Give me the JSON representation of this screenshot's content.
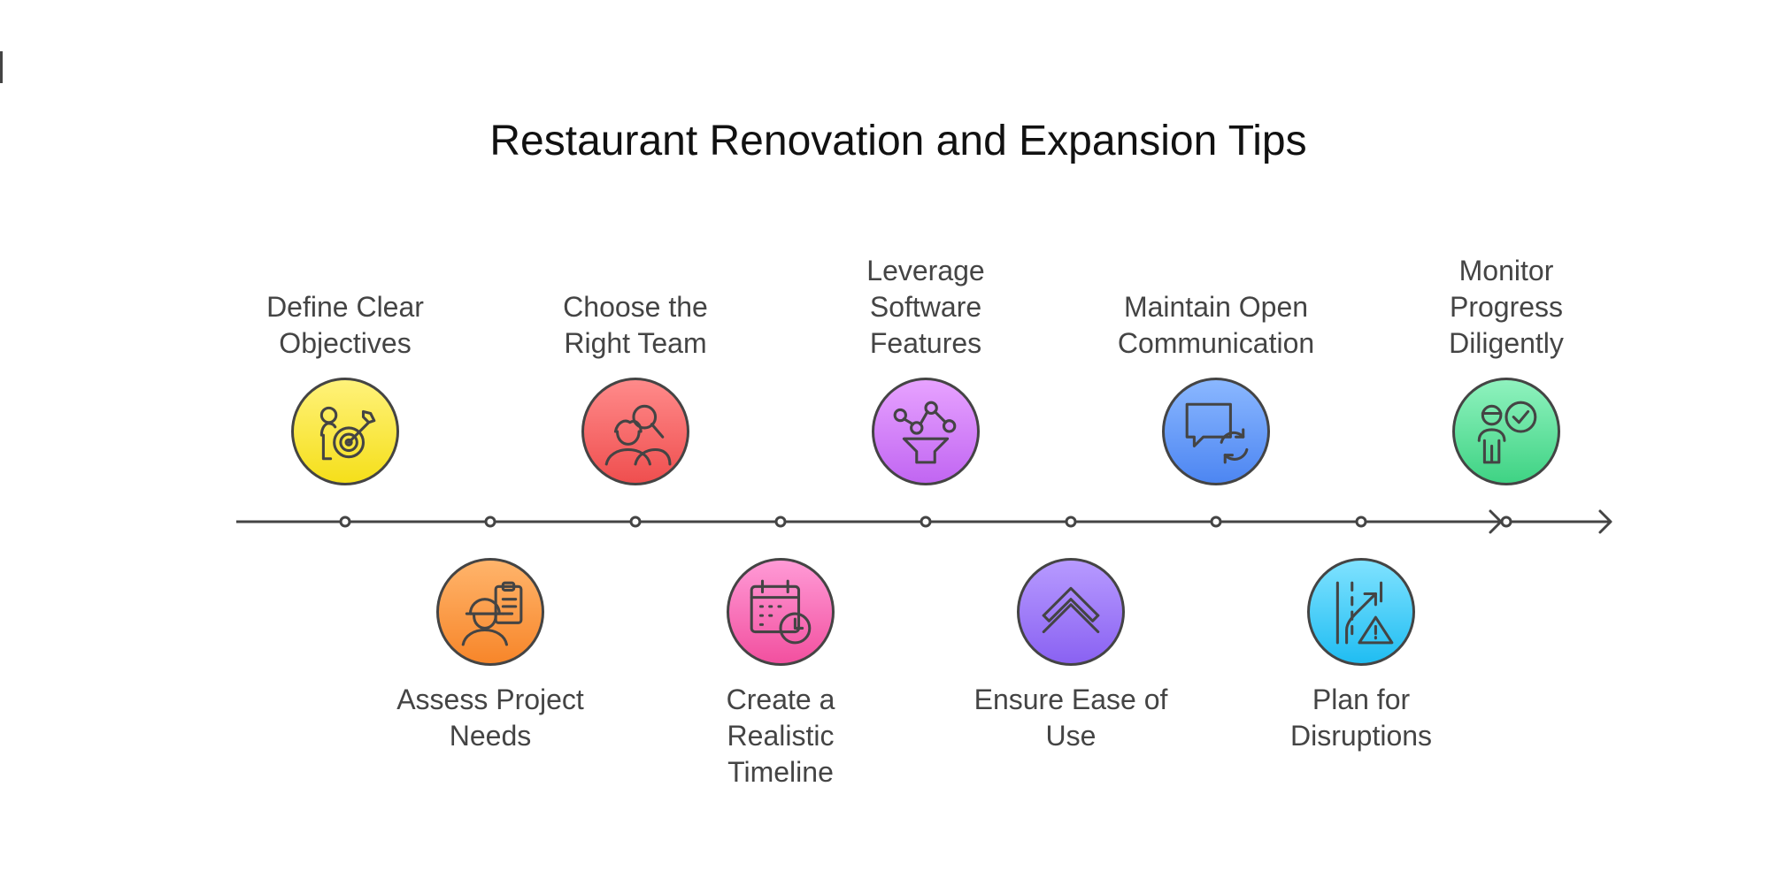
{
  "title": "Restaurant Renovation and Expansion Tips",
  "steps": [
    {
      "label": "Define Clear Objectives",
      "lines": [
        "Define Clear",
        "Objectives"
      ],
      "position": "above",
      "icon": "person-target-icon",
      "color_top": "#fff27a",
      "color_bottom": "#f5df1a"
    },
    {
      "label": "Assess Project Needs",
      "lines": [
        "Assess Project",
        "Needs"
      ],
      "position": "below",
      "icon": "worker-clipboard-icon",
      "color_top": "#ffb46b",
      "color_bottom": "#f7862a"
    },
    {
      "label": "Choose the Right Team",
      "lines": [
        "Choose the",
        "Right Team"
      ],
      "position": "above",
      "icon": "team-search-icon",
      "color_top": "#ff8a8a",
      "color_bottom": "#ef4f4f"
    },
    {
      "label": "Create a Realistic Timeline",
      "lines": [
        "Create a",
        "Realistic",
        "Timeline"
      ],
      "position": "below",
      "icon": "calendar-clock-icon",
      "color_top": "#ff9ad6",
      "color_bottom": "#f2509f"
    },
    {
      "label": "Leverage Software Features",
      "lines": [
        "Leverage",
        "Software",
        "Features"
      ],
      "position": "above",
      "icon": "nodes-funnel-icon",
      "color_top": "#e7a2ff",
      "color_bottom": "#c166f2"
    },
    {
      "label": "Ensure Ease of Use",
      "lines": [
        "Ensure Ease of",
        "Use"
      ],
      "position": "below",
      "icon": "double-chevron-up-icon",
      "color_top": "#b79aff",
      "color_bottom": "#8a62f2"
    },
    {
      "label": "Maintain Open Communication",
      "lines": [
        "Maintain Open",
        "Communication"
      ],
      "position": "above",
      "icon": "chat-refresh-icon",
      "color_top": "#8ab7ff",
      "color_bottom": "#4d86f2"
    },
    {
      "label": "Plan for Disruptions",
      "lines": [
        "Plan for",
        "Disruptions"
      ],
      "position": "below",
      "icon": "road-warning-icon",
      "color_top": "#7fe2ff",
      "color_bottom": "#20bdf2"
    },
    {
      "label": "Monitor Progress Diligently",
      "lines": [
        "Monitor",
        "Progress",
        "Diligently"
      ],
      "position": "above",
      "icon": "person-check-icon",
      "color_top": "#8ff2be",
      "color_bottom": "#3fd384"
    }
  ],
  "colors": {
    "stroke": "#444444",
    "text": "#444444",
    "title": "#111111"
  }
}
